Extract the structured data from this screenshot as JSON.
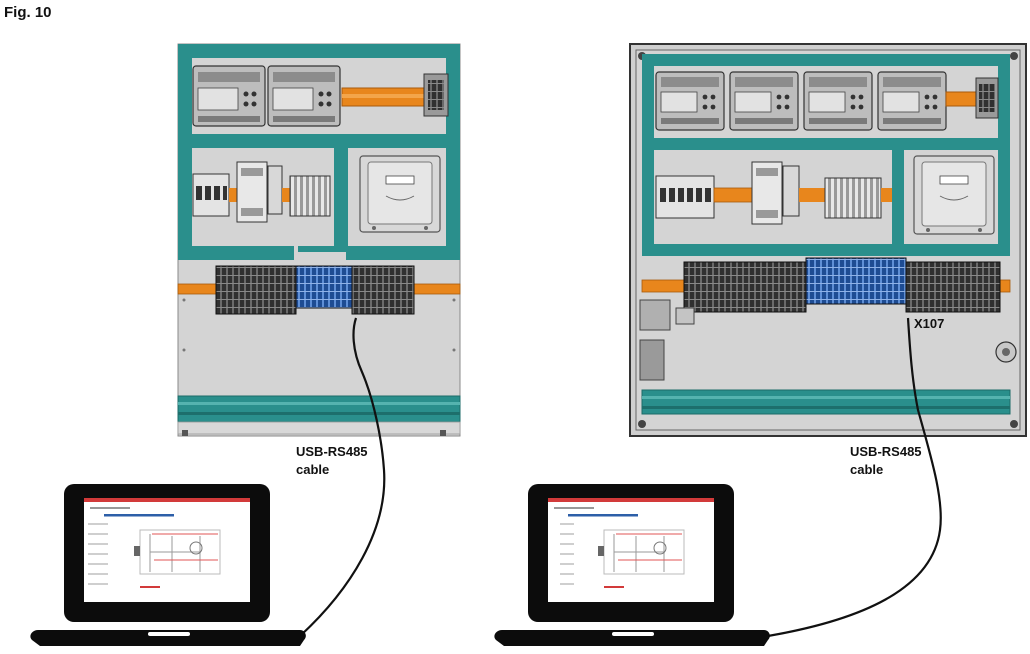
{
  "figure": {
    "title": "Fig. 10"
  },
  "left_setup": {
    "cable_label_line1": "USB-RS485",
    "cable_label_line2": "cable"
  },
  "right_setup": {
    "cable_label_line1": "USB-RS485",
    "cable_label_line2": "cable",
    "terminal_label": "X107"
  },
  "colors": {
    "teal_frame": "#2a8f8c",
    "panel_gray": "#d2d2d2",
    "orange_rail": "#e8861c",
    "blue_terminals": "#2d5fa8",
    "dark_terminals": "#2a2a2a",
    "laptop_body": "#0c0c0c",
    "screen_bar": "#d23a3a"
  }
}
